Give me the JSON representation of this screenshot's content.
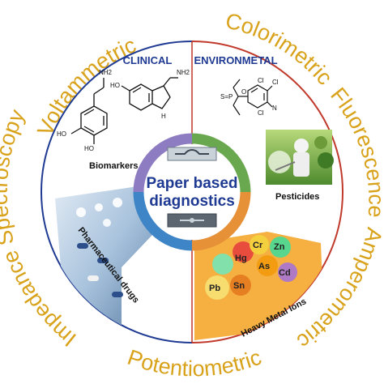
{
  "methods": {
    "voltammetric": "Voltammetric",
    "colorimetric": "Colorimetric",
    "fluorescence": "Fluorescence",
    "amperometric": "Amperometric",
    "potentiometric": "Potentiometric",
    "impedance": "Impedance Spectroscopy"
  },
  "sections": {
    "clinical": "CLINICAL",
    "environmental": "ENVIRONMETAL"
  },
  "captions": {
    "biomarkers": "Biomarkers",
    "pesticides": "Pesticides",
    "pharma": "Pharmaceutical drugs",
    "metals": "Heavy Metal Ions"
  },
  "center": {
    "line1": "Paper based",
    "line2": "diagnostics"
  },
  "chem_labels": {
    "dopamine_nh2": "NH2",
    "ho_top": "HO",
    "ho_bottom": "HO",
    "serotonin_nh2": "NH2",
    "serotonin_ho": "HO",
    "serotonin_nh": "H",
    "pest_cl1": "Cl",
    "pest_cl2": "Cl",
    "pest_cl3": "Cl",
    "pest_n": "N",
    "pest_s": "S=P",
    "pest_o": "O"
  },
  "ions": [
    "Cr",
    "Hg",
    "As",
    "Zn",
    "Pb",
    "Cd",
    "Sn"
  ],
  "colors": {
    "method_text": "#d9a21b",
    "clinical_text": "#1f3a93",
    "environmental_text": "#1f3a93",
    "left_border": "#1f3a93",
    "right_border": "#c0392b",
    "center_text": "#1f3a93",
    "ring_purple": "#8e7cc3",
    "ring_green": "#6aa84f",
    "ring_orange": "#e69138",
    "ring_blue": "#3d85c6"
  }
}
